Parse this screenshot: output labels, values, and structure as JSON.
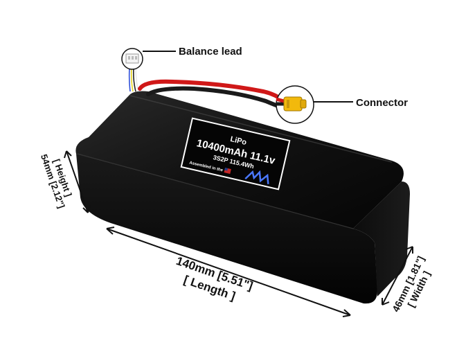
{
  "callouts": {
    "balance_lead": "Balance lead",
    "connector": "Connector"
  },
  "dimensions": {
    "height": {
      "value": "54mm [2.12\"]",
      "name": "[ Height ]"
    },
    "length": {
      "value": "140mm [5.51\"]",
      "name": "[ Length ]"
    },
    "width": {
      "value": "46mm [1.81\"]",
      "name": "[ Width ]"
    }
  },
  "battery_label": {
    "chemistry": "LiPo",
    "spec": "10400mAh 11.1v",
    "config": "3S2P 115.4Wh",
    "assembled": "Assembled in the"
  },
  "colors": {
    "battery_body": "#0a0a0a",
    "red_wire": "#d01818",
    "connector_yellow": "#f2b90c"
  }
}
